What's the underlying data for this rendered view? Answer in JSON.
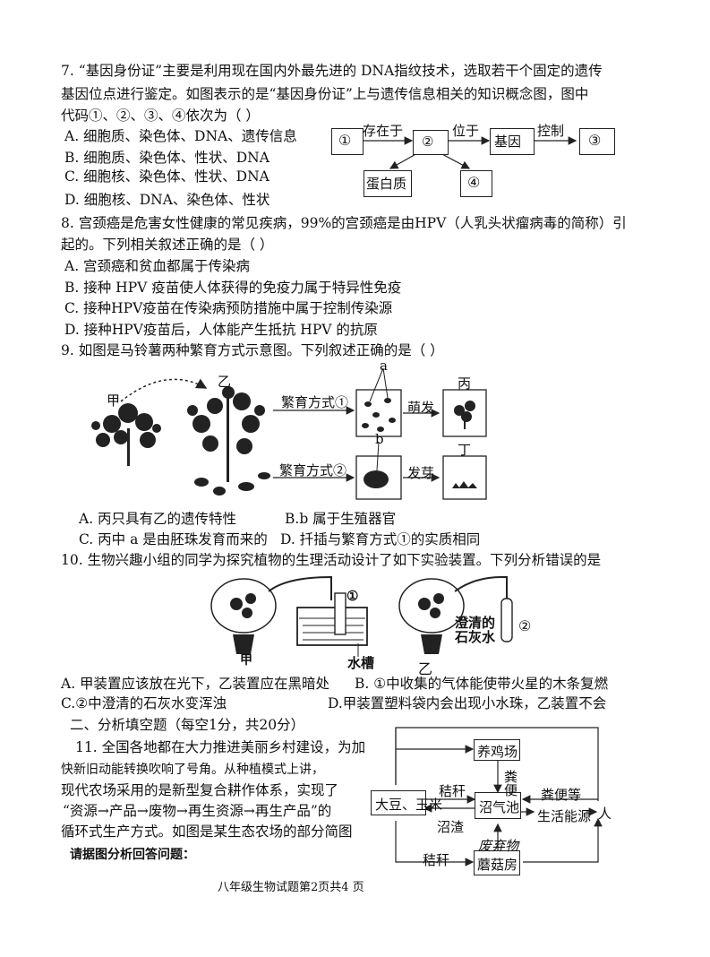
{
  "q7": {
    "line1": "7. “基因身份证”主要是利用现在国内外最先进的 DNA指纹技术，选取若干个固定的遗传",
    "line2": "基因位点进行鉴定。如图表示的是“基因身份证”上与遗传信息相关的知识概念图，图中",
    "line3": "代码①、②、③、④依次为（      ）",
    "options": [
      "A. 细胞质、染色体、DNA、遗传信息",
      "B. 细胞质、染色体、性状、DNA",
      "C. 细胞核、染色体、性状、DNA",
      "D. 细胞核、DNA、染色体、性状"
    ],
    "diagram": {
      "node1": "①",
      "node2": "②",
      "node3": "基因",
      "node4": "③",
      "node5": "蛋白质",
      "node6": "④",
      "edge1": "存在于",
      "edge2": "位于",
      "edge3": "控制"
    }
  },
  "q8": {
    "line1": "8. 宫颈癌是危害女性健康的常见疾病，99%的宫颈癌是由HPV（人乳头状瘤病毒的简称）引",
    "line2": "起的。下列相关叙述正确的是（      ）",
    "options": [
      "A.  宫颈癌和贫血都属于传染病",
      "B.  接种 HPV 疫苗使人体获得的免疫力属于特异性免疫",
      "C.  接种HPV疫苗在传染病预防措施中属于控制传染源",
      "D.  接种HPV疫苗后，人体能产生抵抗 HPV 的抗原"
    ]
  },
  "q9": {
    "line1": "9. 如图是马铃薯两种繁育方式示意图。下列叙述正确的是（      ）",
    "labels": {
      "jia": "甲",
      "yi": "乙",
      "a": "a",
      "b": "b",
      "bing": "丙",
      "ding": "丁",
      "way1": "繁育方式①",
      "way2": "繁育方式②",
      "mengfa": "萌发",
      "faya": "发芽"
    },
    "options": [
      "A. 丙只具有乙的遗传特性",
      "B.b  属于生殖器官",
      "C. 丙中 a 是由胚珠发育而来的",
      "D. 扦插与繁育方式①的实质相同"
    ]
  },
  "q10": {
    "line1": "10. 生物兴趣小组的同学为探究植物的生理活动设计了如下实验装置。下列分析错误的是",
    "labels": {
      "jia": "甲",
      "yi": "乙",
      "one": "①",
      "two": "②",
      "shuicao": "水槽",
      "lime1": "澄清的",
      "lime2": "石灰水"
    },
    "options": [
      "A. 甲装置应该放在光下，乙装置应在黑暗处",
      "B. ①中收集的气体能使带火星的木条复燃",
      "C.②中澄清的石灰水变浑浊",
      "D.甲装置塑料袋内会出现小水珠，乙装置不会"
    ]
  },
  "section2": "二、分析填空题（每空1分，共20分）",
  "q11": {
    "lines": [
      "11. 全国各地都在大力推进美丽乡村建设，为加",
      "快新旧动能转换吹响了号角。从种植模式上讲，",
      "现代农场采用的是新型复合耕作体系，实现了",
      "“资源→产品→废物→再生资源→再生产品”的",
      "循环式生产方式。如图是某生态农场的部分简图",
      "请据图分析回答问题："
    ],
    "diagram": {
      "chicken": "养鸡场",
      "crops": "大豆、玉米",
      "biogas": "沼气池",
      "mushroom": "蘑菇房",
      "straw1": "秸秆",
      "straw2": "秸秆",
      "dung": "粪便",
      "dirt": "沼渣",
      "waste": "废弃物",
      "manure": "粪便等",
      "energy": "生活能源",
      "person": "人"
    }
  },
  "footer": "八年级生物试题第2页共4 页"
}
